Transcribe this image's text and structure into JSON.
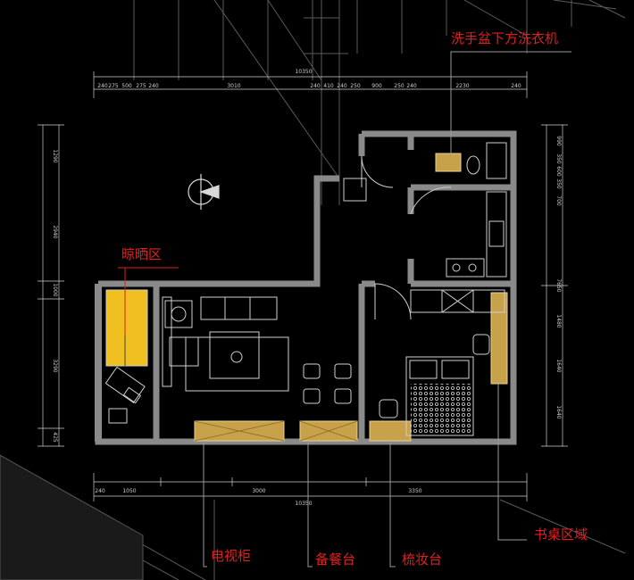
{
  "annotations": {
    "washer": "洗手盆下方洗衣机",
    "drying": "晾晒区",
    "tv_cabinet": "电视柜",
    "sideboard": "备餐台",
    "dresser": "梳妆台",
    "desk": "书桌区域"
  },
  "dimensions": {
    "top_total": "10350",
    "top_segments": [
      "240",
      "275",
      "500",
      "275",
      "240",
      "3010",
      "240",
      "410",
      "240",
      "250",
      "900",
      "250",
      "240",
      "2230",
      "240"
    ],
    "bottom_total": "10350",
    "bottom_segments": [
      "240",
      "1050",
      "3000",
      "3350"
    ],
    "left_segments": [
      "1290",
      "2940",
      "1000",
      "3290",
      "425"
    ],
    "right_segments": [
      "990",
      "350",
      "600",
      "350",
      "700",
      "7650",
      "1480",
      "1640",
      "1640"
    ]
  },
  "colors": {
    "wall": "#8a8a8a",
    "line": "#d8d8d8",
    "annotation": "#e02020",
    "furniture_fill": "#c8a24a",
    "drying_fill": "#f0c020"
  }
}
